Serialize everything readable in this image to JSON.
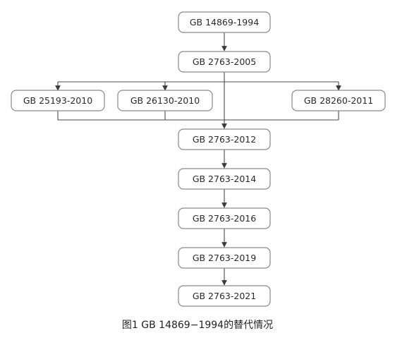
{
  "nodes": {
    "gb14869_1994": "GB 14869-1994",
    "gb2763_2005": "GB 2763-2005",
    "gb25193_2010": "GB 25193-2010",
    "gb26130_2010": "GB 26130-2010",
    "gb28260_2011": "GB 28260-2011",
    "gb2763_2012": "GB 2763-2012",
    "gb2763_2014": "GB 2763-2014",
    "gb2763_2016": "GB 2763-2016",
    "gb2763_2019": "GB 2763-2019",
    "gb2763_2021": "GB 2763-2021"
  },
  "caption": "图1  GB 14869−1994的替代情况"
}
